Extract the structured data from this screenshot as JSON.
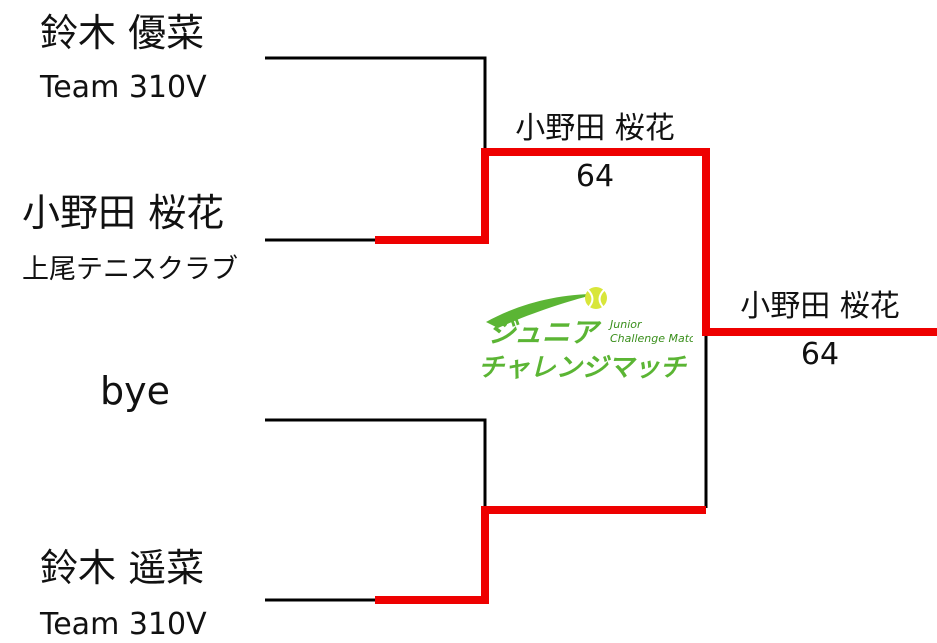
{
  "players": [
    {
      "name": "鈴木 優菜",
      "team": "Team 310V"
    },
    {
      "name": "小野田 桜花",
      "team": "上尾テニスクラブ"
    },
    {
      "name": "bye",
      "team": ""
    },
    {
      "name": "鈴木 遥菜",
      "team": "Team 310V"
    }
  ],
  "semifinal_winner": {
    "name": "小野田 桜花",
    "score": "64"
  },
  "final_winner": {
    "name": "小野田 桜花",
    "score": "64"
  },
  "logo": {
    "line1": "ジュニア",
    "line2": "チャレンジマッチ",
    "en_top": "Junior",
    "en_bottom": "Challenge Match"
  },
  "colors": {
    "line": "#000000",
    "winner_path": "#ee0000",
    "logo_green": "#5bb534",
    "logo_dark_green": "#3a8f1c",
    "ball_yellow": "#d8e63a"
  }
}
